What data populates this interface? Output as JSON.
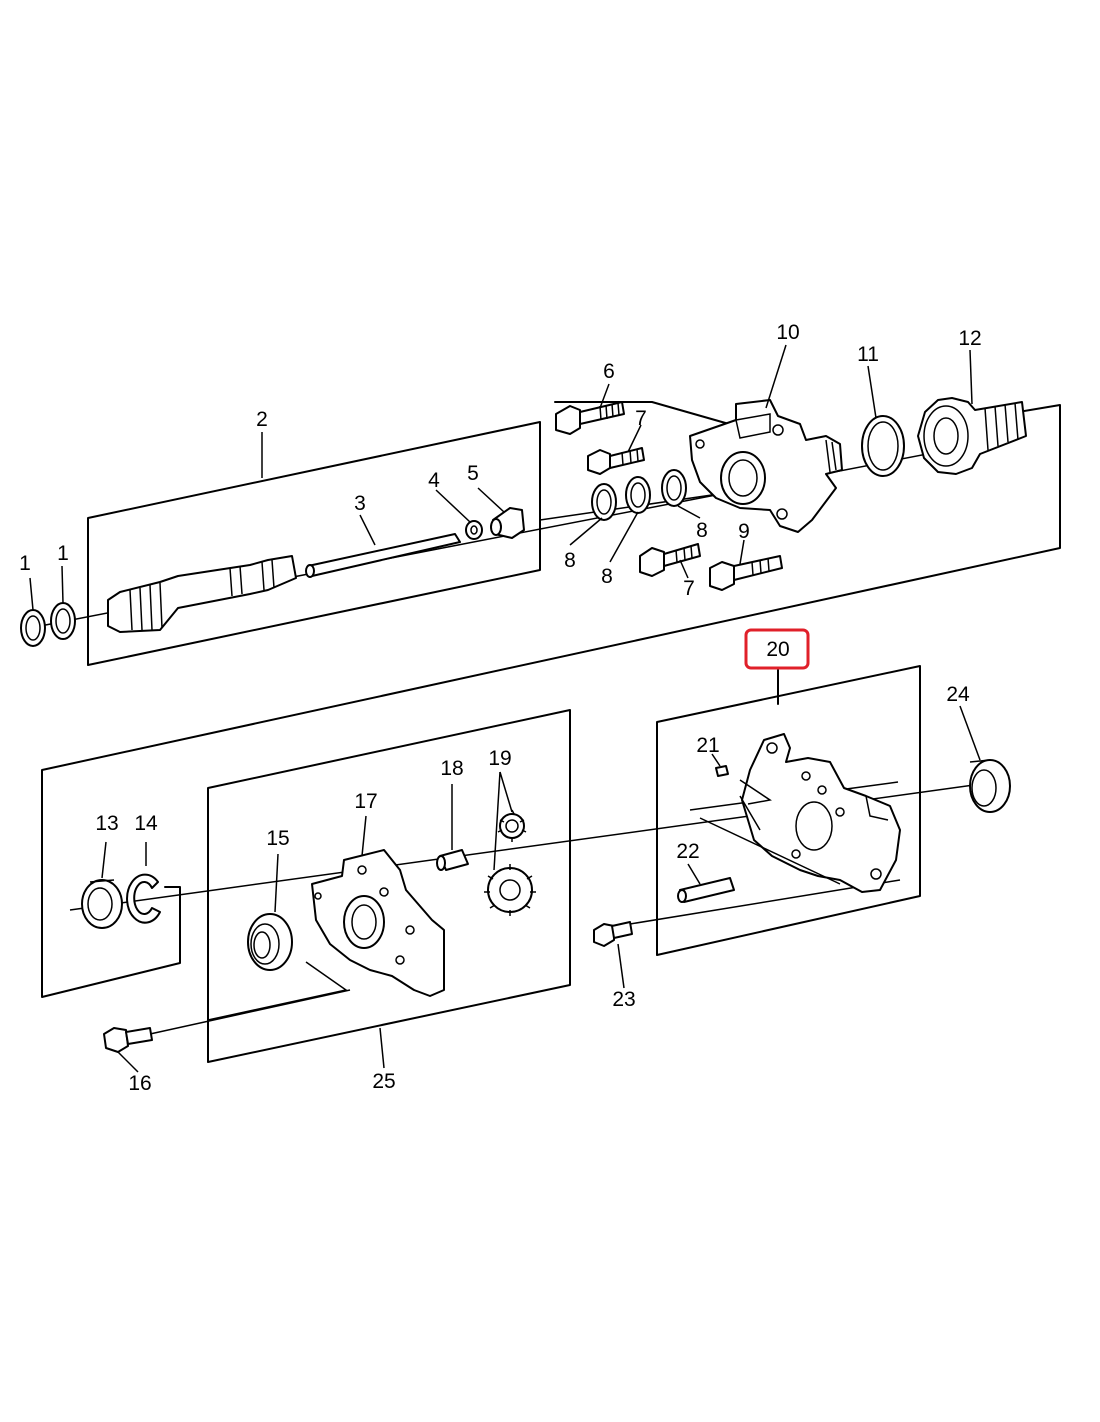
{
  "labels": {
    "p1a": "1",
    "p1b": "1",
    "p2": "2",
    "p3": "3",
    "p4": "4",
    "p5": "5",
    "p6": "6",
    "p7a": "7",
    "p7b": "7",
    "p8a": "8",
    "p8b": "8",
    "p8c": "8",
    "p9": "9",
    "p10": "10",
    "p11": "11",
    "p12": "12",
    "p13": "13",
    "p14": "14",
    "p15": "15",
    "p16": "16",
    "p17": "17",
    "p18": "18",
    "p19": "19",
    "p20": "20",
    "p21": "21",
    "p22": "22",
    "p23": "23",
    "p24": "24",
    "p25": "25"
  },
  "highlighted_callout": "20",
  "highlight_color": "#e0202a"
}
